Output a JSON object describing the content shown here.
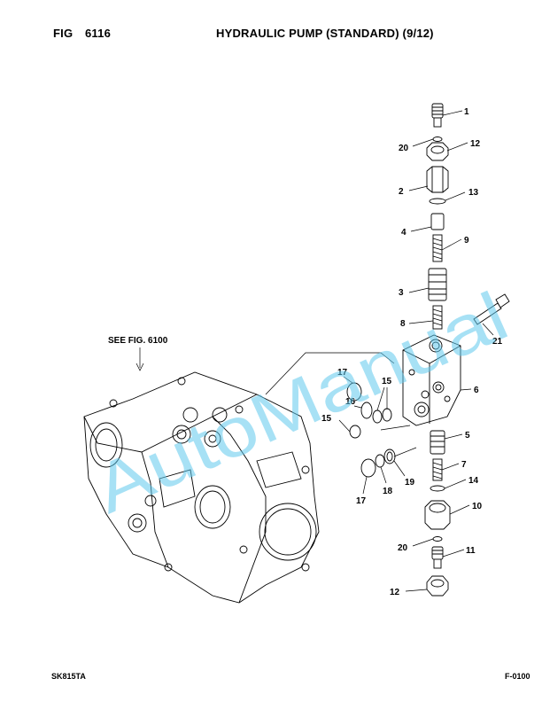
{
  "header": {
    "fig_label": "FIG",
    "fig_number": "6116",
    "title": "HYDRAULIC PUMP (STANDARD) (9/12)"
  },
  "footer": {
    "model": "SK815TA",
    "page_code": "F-0100"
  },
  "reference_note": "SEE FIG. 6100",
  "watermark": "AutoManual",
  "callouts": [
    "1",
    "20",
    "12",
    "2",
    "13",
    "4",
    "9",
    "3",
    "8",
    "21",
    "17",
    "15",
    "16",
    "15",
    "6",
    "5",
    "7",
    "14",
    "10",
    "17",
    "18",
    "19",
    "20",
    "11",
    "12"
  ],
  "colors": {
    "watermark": "#5fc9ec",
    "ink": "#000000"
  }
}
